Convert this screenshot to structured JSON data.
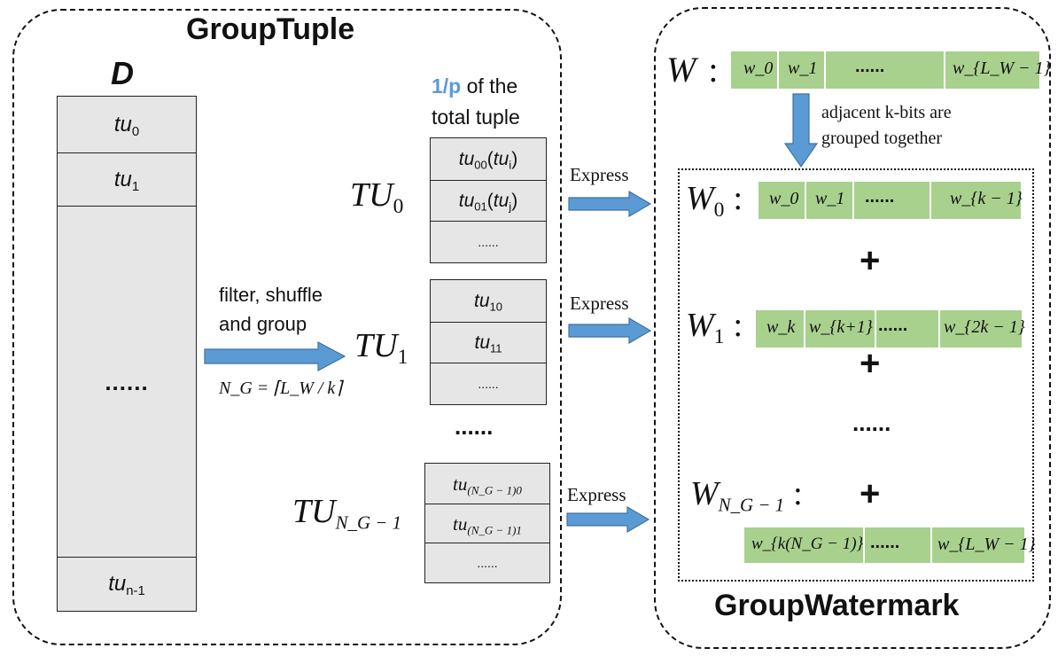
{
  "group_tuple": {
    "title": "GroupTuple",
    "dataset_label": "D",
    "db_rows": [
      {
        "base": "tu",
        "sub": "0"
      },
      {
        "base": "tu",
        "sub": "1"
      },
      {
        "ellipsis": "......"
      },
      {
        "base": "tu",
        "sub": "n-1"
      }
    ],
    "fraction_highlight": "1/p",
    "fraction_rest_1": "of the",
    "fraction_rest_2": "total tuple",
    "process_line1": "filter, shuffle",
    "process_line2": "and group",
    "ng_formula": "N_G = ⌈L_W / k⌉",
    "groups": [
      {
        "label_base": "TU",
        "label_sub": "0",
        "rows": [
          {
            "base": "tu",
            "sub": "00",
            "paren_base": "tu",
            "paren_sub": "i"
          },
          {
            "base": "tu",
            "sub": "01",
            "paren_base": "tu",
            "paren_sub": "j"
          },
          {
            "ellipsis": "......"
          }
        ]
      },
      {
        "label_base": "TU",
        "label_sub": "1",
        "rows": [
          {
            "base": "tu",
            "sub": "10"
          },
          {
            "base": "tu",
            "sub": "11"
          },
          {
            "ellipsis": "......"
          }
        ]
      },
      {
        "label_base": "TU",
        "label_sub": "N_G − 1",
        "rows": [
          {
            "base": "tu",
            "sub": "(N_G − 1)0"
          },
          {
            "base": "tu",
            "sub": "(N_G − 1)1"
          },
          {
            "ellipsis": "......"
          }
        ]
      }
    ],
    "groups_ellipsis": "......"
  },
  "express_labels": [
    "Express",
    "Express",
    "Express"
  ],
  "group_watermark": {
    "title": "GroupWatermark",
    "w_label": "W",
    "w_cells": [
      "w_0",
      "w_1",
      "......",
      "w_{L_W − 1}"
    ],
    "split_note_1": "adjacent k-bits are",
    "split_note_2": "grouped together",
    "sub_watermarks": [
      {
        "label_sub": "0",
        "cells": [
          "w_0",
          "w_1",
          "......",
          "w_{k − 1}"
        ]
      },
      {
        "label_sub": "1",
        "cells": [
          "w_k",
          "w_{k+1}",
          "......",
          "w_{2k − 1}"
        ]
      },
      {
        "label_sub": "N_G − 1",
        "cells": [
          "w_{k(N_G − 1)}",
          "......",
          "w_{L_W − 1}"
        ]
      }
    ],
    "plus": "+",
    "mid_ellipsis": "......",
    "colon": ":"
  },
  "colors": {
    "arrow": "#5b9bd5",
    "green_cell": "#a9d18e",
    "gray_cell": "#e6e6e6",
    "highlight_text": "#5b9bd5"
  }
}
